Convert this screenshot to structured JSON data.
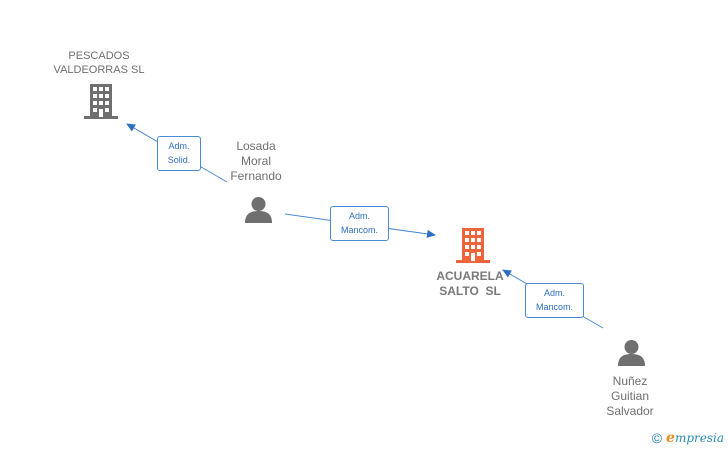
{
  "nodes": {
    "pescados": {
      "label_line1": "PESCADOS",
      "label_line2": "VALDEORRAS SL",
      "icon": "building-icon",
      "color": "#6f6f6f"
    },
    "losada": {
      "label_line1": "Losada",
      "label_line2": "Moral",
      "label_line3": "Fernando",
      "icon": "person-icon",
      "color": "#6f6f6f"
    },
    "acuarela": {
      "label_line1": "ACUARELA",
      "label_line2": "SALTO  SL",
      "icon": "building-icon",
      "color": "#f0643c"
    },
    "nunez": {
      "label_line1": "Nuñez",
      "label_line2": "Guitian",
      "label_line3": "Salvador",
      "icon": "person-icon",
      "color": "#6f6f6f"
    }
  },
  "edges": [
    {
      "from": "Losada Moral Fernando",
      "to": "PESCADOS VALDEORRAS SL",
      "label_line1": "Adm.",
      "label_line2": "Solid."
    },
    {
      "from": "Losada Moral Fernando",
      "to": "ACUARELA SALTO SL",
      "label_line1": "Adm.",
      "label_line2": "Mancom."
    },
    {
      "from": "Nuñez Guitian Salvador",
      "to": "ACUARELA SALTO SL",
      "label_line1": "Adm.",
      "label_line2": "Mancom."
    }
  ],
  "footer": {
    "copyright": "©",
    "brand_initial": "e",
    "brand_rest": "mpresia"
  },
  "colors": {
    "edge": "#4a8ad4",
    "node_gray": "#6f6f6f",
    "main_node": "#f0643c"
  }
}
